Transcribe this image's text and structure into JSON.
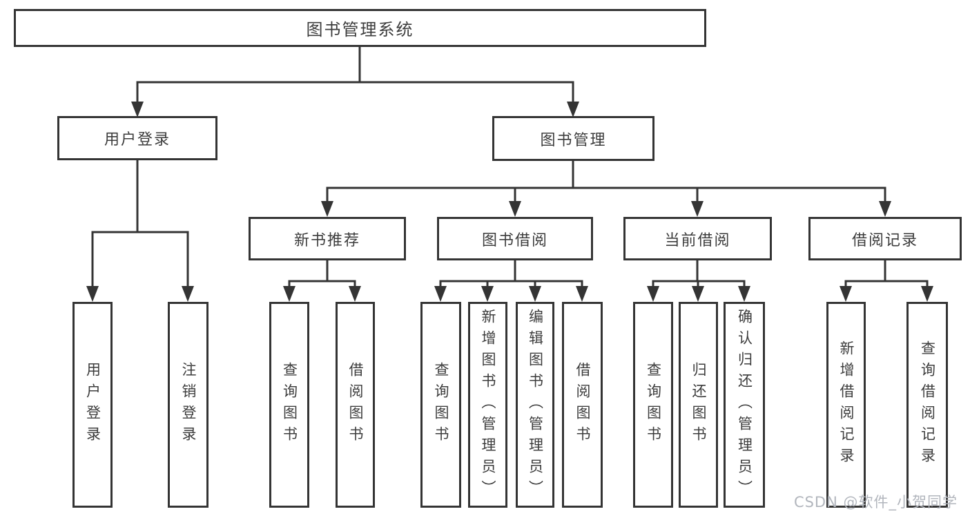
{
  "diagram": {
    "title": "图书管理系统",
    "level2": {
      "login": "用户登录",
      "manage": "图书管理"
    },
    "level3": {
      "recommend": "新书推荐",
      "borrow": "图书借阅",
      "current": "当前借阅",
      "records": "借阅记录"
    },
    "leaves": {
      "login_user": "用户登录",
      "login_logout": "注销登录",
      "recommend_query": "查询图书",
      "recommend_borrow": "借阅图书",
      "borrow_query": "查询图书",
      "borrow_add": "新增图书（管理员）",
      "borrow_edit": "编辑图书（管理员）",
      "borrow_borrow": "借阅图书",
      "current_query": "查询图书",
      "current_return": "归还图书",
      "current_confirm": "确认归还（管理员）",
      "records_add": "新增借阅记录",
      "records_query": "查询借阅记录"
    },
    "watermark": "CSDN @软件_小贺同学",
    "colors": {
      "line": "#343434",
      "text": "#3c3c3c",
      "watermark": "#b2b6bd",
      "background": "#ffffff"
    }
  }
}
